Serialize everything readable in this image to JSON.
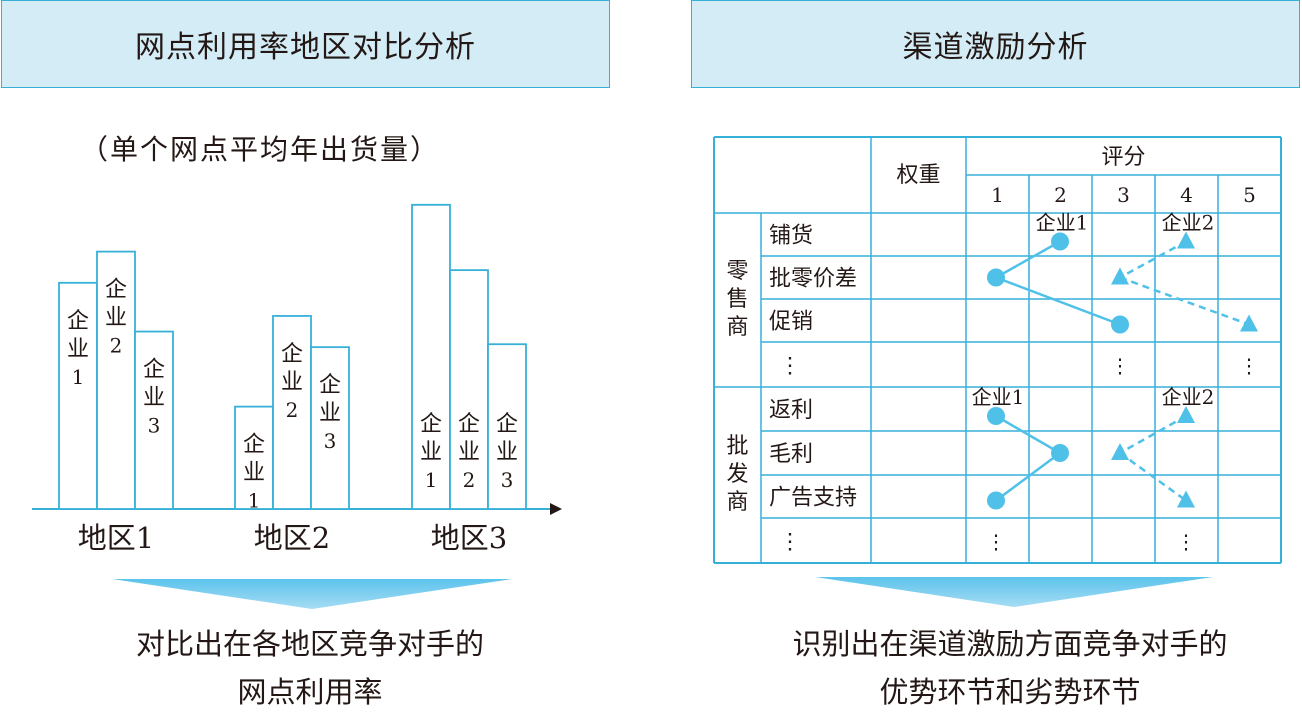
{
  "left_panel": {
    "header": "网点利用率地区对比分析",
    "subtitle": "（单个网点平均年出货量）",
    "conclusion_line1": "对比出在各地区竞争对手的",
    "conclusion_line2": "网点利用率"
  },
  "right_panel": {
    "header": "渠道激励分析",
    "conclusion_line1": "识别出在渠道激励方面竞争对手的",
    "conclusion_line2": "优势环节和劣势环节"
  },
  "chart_data": {
    "type": "bar",
    "categories": [
      "地区1",
      "地区2",
      "地区3"
    ],
    "series": [
      {
        "name": "企业1",
        "values": [
          232,
          105,
          312
        ]
      },
      {
        "name": "企业2",
        "values": [
          264,
          198,
          245
        ]
      },
      {
        "name": "企业3",
        "values": [
          182,
          166,
          169
        ]
      }
    ],
    "bar_labels": [
      "企",
      "业",
      "1",
      "企",
      "业",
      "2",
      "企",
      "业",
      "3"
    ],
    "ylim": [
      0,
      320
    ]
  },
  "rating_table": {
    "weight_header": "权重",
    "score_header": "评分",
    "scores": [
      "1",
      "2",
      "3",
      "4",
      "5"
    ],
    "ellipsis": "⋮",
    "groups": [
      {
        "name_chars": [
          "零",
          "售",
          "商"
        ],
        "items": [
          "铺货",
          "批零价差",
          "促销",
          "⋮"
        ]
      },
      {
        "name_chars": [
          "批",
          "发",
          "商"
        ],
        "items": [
          "返利",
          "毛利",
          "广告支持",
          "⋮"
        ]
      }
    ],
    "companies": [
      {
        "name": "企业1",
        "marker": "circle",
        "retail_scores": [
          2,
          1,
          3
        ],
        "wholesale_scores": [
          1,
          2,
          1
        ]
      },
      {
        "name": "企业2",
        "marker": "triangle",
        "retail_scores": [
          4,
          3,
          5
        ],
        "wholesale_scores": [
          4,
          3,
          4
        ]
      }
    ]
  },
  "colors": {
    "accent": "#37b0d8",
    "header_fill": "#d3ecf6",
    "marker": "#4fc1e9",
    "text": "#231815"
  }
}
